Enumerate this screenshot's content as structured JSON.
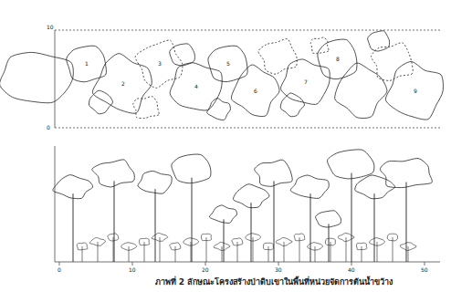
{
  "diagram": {
    "caption": "ภาพที่ 2 ลักษณะโครงสร้างป่าดิบเขาในพื้นที่หน่วยจัดการต้นน้ำขว้าง",
    "labels": [
      "10",
      "0",
      "1",
      "2",
      "3",
      "4",
      "5",
      "6",
      "7",
      "8",
      "9",
      "0",
      "10",
      "20",
      "30",
      "40",
      "50"
    ]
  }
}
